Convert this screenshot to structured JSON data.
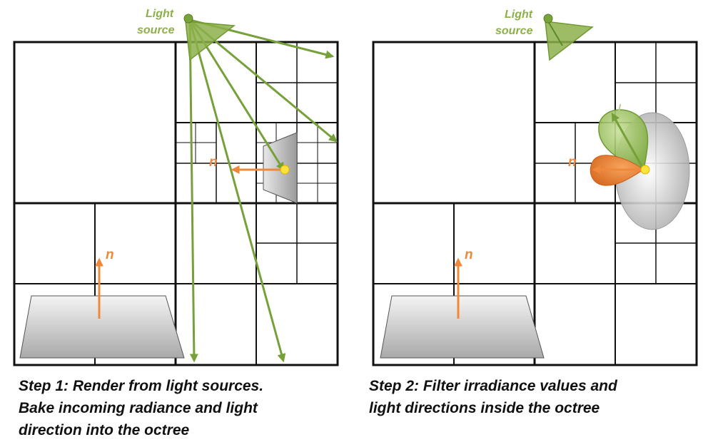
{
  "panels": [
    {
      "light_source_label": [
        "Light",
        "source"
      ],
      "normal_label": "n",
      "caption_lines": [
        "Step 1: Render from light sources.",
        "Bake incoming radiance and light",
        "direction into the octree"
      ]
    },
    {
      "light_source_label": [
        "Light",
        "source"
      ],
      "normal_label": "n",
      "light_direction_label": "l",
      "caption_lines": [
        "Step 2: Filter irradiance values and",
        "light directions inside the octree"
      ]
    }
  ],
  "colors": {
    "ray": "#76a03a",
    "light_cone": "#8db04a",
    "normal_arrow": "#f0883a",
    "grid": "#111111",
    "surface": "#c8c8c8"
  }
}
